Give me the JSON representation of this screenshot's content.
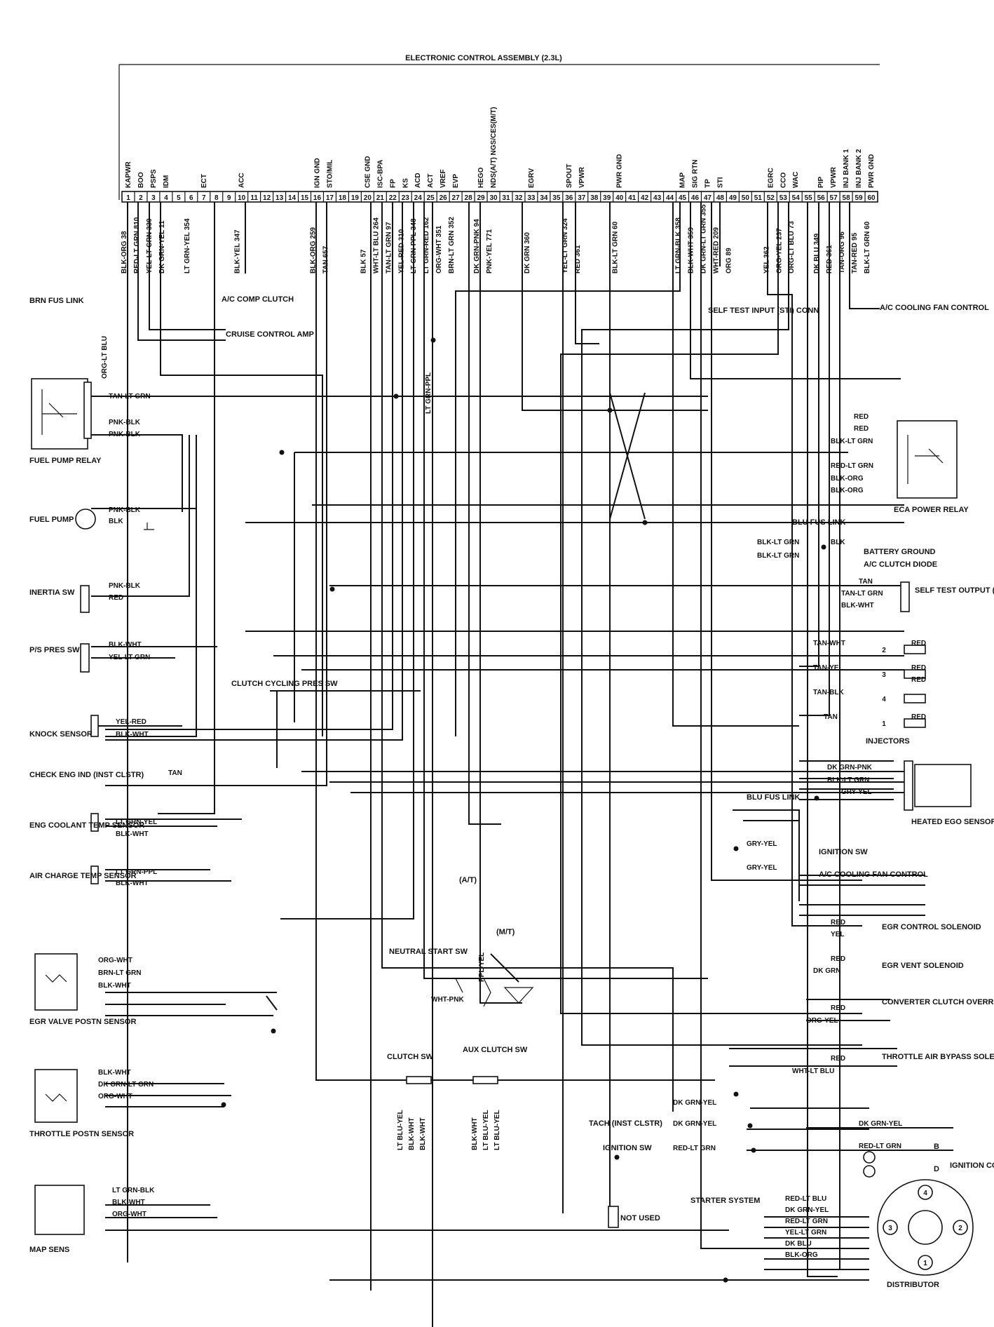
{
  "title": "ELECTRONIC CONTROL ASSEMBLY (2.3L)",
  "pins": [
    {
      "n": "1",
      "name": "KAPWR",
      "wire": "BLK-ORG 38"
    },
    {
      "n": "2",
      "name": "BOO",
      "wire": "RED-LT GRN 810"
    },
    {
      "n": "3",
      "name": "PSPS",
      "wire": "YEL-LT GRN 330"
    },
    {
      "n": "4",
      "name": "IDM",
      "wire": "DK GRN-YEL 11"
    },
    {
      "n": "5",
      "name": "",
      "wire": ""
    },
    {
      "n": "6",
      "name": "",
      "wire": "LT GRN-YEL 354"
    },
    {
      "n": "7",
      "name": "ECT",
      "wire": ""
    },
    {
      "n": "8",
      "name": "",
      "wire": ""
    },
    {
      "n": "9",
      "name": "",
      "wire": ""
    },
    {
      "n": "10",
      "name": "ACC",
      "wire": "BLK-YEL 347"
    },
    {
      "n": "11",
      "name": "",
      "wire": ""
    },
    {
      "n": "12",
      "name": "",
      "wire": ""
    },
    {
      "n": "13",
      "name": "",
      "wire": ""
    },
    {
      "n": "14",
      "name": "",
      "wire": ""
    },
    {
      "n": "15",
      "name": "",
      "wire": ""
    },
    {
      "n": "16",
      "name": "IGN GND",
      "wire": "BLK-ORG 259"
    },
    {
      "n": "17",
      "name": "STO/MIL",
      "wire": "TAN 657"
    },
    {
      "n": "18",
      "name": "",
      "wire": ""
    },
    {
      "n": "19",
      "name": "",
      "wire": ""
    },
    {
      "n": "20",
      "name": "CSE GND",
      "wire": "BLK 57"
    },
    {
      "n": "21",
      "name": "ISC-BPA",
      "wire": "WHT-LT BLU 264"
    },
    {
      "n": "22",
      "name": "FP",
      "wire": "TAN-LT GRN 97"
    },
    {
      "n": "23",
      "name": "KS",
      "wire": "YEL-RED 310"
    },
    {
      "n": "24",
      "name": "ACD",
      "wire": "LT GRN-PPL 348"
    },
    {
      "n": "25",
      "name": "ACT",
      "wire": "LT GRN-RED 162"
    },
    {
      "n": "26",
      "name": "VREF",
      "wire": "ORG-WHT 351"
    },
    {
      "n": "27",
      "name": "EVP",
      "wire": "BRN-LT GRN 352"
    },
    {
      "n": "28",
      "name": "",
      "wire": ""
    },
    {
      "n": "29",
      "name": "HEGO",
      "wire": "DK GRN-PNK 94"
    },
    {
      "n": "30",
      "name": "NDS(A/T) NGS/CES(M/T)",
      "wire": "PNK-YEL 771"
    },
    {
      "n": "31",
      "name": "",
      "wire": ""
    },
    {
      "n": "32",
      "name": "",
      "wire": ""
    },
    {
      "n": "33",
      "name": "EGRV",
      "wire": "DK GRN 360"
    },
    {
      "n": "34",
      "name": "",
      "wire": ""
    },
    {
      "n": "35",
      "name": "",
      "wire": ""
    },
    {
      "n": "36",
      "name": "SPOUT",
      "wire": "YEL-LT GRN 324"
    },
    {
      "n": "37",
      "name": "VPWR",
      "wire": "RED 361"
    },
    {
      "n": "38",
      "name": "",
      "wire": ""
    },
    {
      "n": "39",
      "name": "",
      "wire": ""
    },
    {
      "n": "40",
      "name": "PWR GND",
      "wire": "BLK-LT GRN 60"
    },
    {
      "n": "41",
      "name": "",
      "wire": ""
    },
    {
      "n": "42",
      "name": "",
      "wire": ""
    },
    {
      "n": "43",
      "name": "",
      "wire": ""
    },
    {
      "n": "44",
      "name": "",
      "wire": ""
    },
    {
      "n": "45",
      "name": "MAP",
      "wire": "LT GRN-BLK 358"
    },
    {
      "n": "46",
      "name": "SIG RTN",
      "wire": "BLK-WHT 359"
    },
    {
      "n": "47",
      "name": "TP",
      "wire": "DK GRN-LT GRN 355"
    },
    {
      "n": "48",
      "name": "STI",
      "wire": "WHT-RED 209"
    },
    {
      "n": "49",
      "name": "",
      "wire": "ORG 89"
    },
    {
      "n": "50",
      "name": "",
      "wire": ""
    },
    {
      "n": "51",
      "name": "",
      "wire": ""
    },
    {
      "n": "52",
      "name": "EGRC",
      "wire": "YEL 362"
    },
    {
      "n": "53",
      "name": "CCO",
      "wire": "ORG-YEL 237"
    },
    {
      "n": "54",
      "name": "WAC",
      "wire": "ORG-LT BLU 73"
    },
    {
      "n": "55",
      "name": "",
      "wire": ""
    },
    {
      "n": "56",
      "name": "PIP",
      "wire": "DK BLU 349"
    },
    {
      "n": "57",
      "name": "VPWR",
      "wire": "RED 361"
    },
    {
      "n": "58",
      "name": "INJ BANK 1",
      "wire": "TAN-ORG 96"
    },
    {
      "n": "59",
      "name": "INJ BANK 2",
      "wire": "TAN-RED 95"
    },
    {
      "n": "60",
      "name": "PWR GND",
      "wire": "BLK-LT GRN 60"
    }
  ],
  "components": {
    "brn_fus_link": "BRN FUS LINK",
    "fuel_pump_relay": "FUEL PUMP RELAY",
    "fuel_pump": "FUEL PUMP",
    "inertia_sw": "INERTIA SW",
    "ps_pres_sw": "P/S PRES SW",
    "clutch_cycling": "CLUTCH CYCLING PRES SW",
    "knock_sensor": "KNOCK SENSOR",
    "check_eng": "CHECK ENG IND (INST CLSTR)",
    "eng_coolant": "ENG COOLANT TEMP SENSOR",
    "air_charge": "AIR CHARGE TEMP SENSOR",
    "egr_valve": "EGR VALVE POSTN SENSOR",
    "throttle_postn": "THROTTLE POSTN SENSOR",
    "map_sens": "MAP SENS",
    "ac_comp_clutch": "A/C COMP CLUTCH",
    "cruise_control": "CRUISE CONTROL AMP",
    "self_test_input": "SELF TEST INPUT (STI) CONN",
    "ac_cooling_fan_top": "A/C COOLING FAN CONTROL",
    "eca_power_relay": "ECA POWER RELAY",
    "blu_fus_link_relay": "BLU FUS LINK",
    "battery_ground": "BATTERY GROUND",
    "ac_clutch_diode": "A/C CLUTCH DIODE",
    "self_test_output": "SELF TEST OUTPUT (STO) CONN",
    "injectors": "INJECTORS",
    "heated_ego": "HEATED EGO SENSOR",
    "blu_fus_link_ego": "BLU FUS LINK",
    "ignition_sw": "IGNITION SW",
    "ac_cooling_fan_mid": "A/C COOLING FAN CONTROL",
    "egr_control": "EGR CONTROL SOLENOID",
    "egr_vent": "EGR VENT SOLENOID",
    "converter_clutch": "CONVERTER CLUTCH OVERRIDE SOL (A/T)",
    "throttle_air": "THROTTLE AIR BYPASS SOLENOID",
    "neutral_start": "NEUTRAL START SW",
    "at": "(A/T)",
    "mt": "(M/T)",
    "clutch_sw": "CLUTCH SW",
    "aux_clutch_sw": "AUX CLUTCH SW",
    "tach": "TACH (INST CLSTR)",
    "ignition_coil_sw": "IGNITION SW",
    "ignition_coil": "IGNITION COIL",
    "starter_system": "STARTER SYSTEM",
    "not_used": "NOT USED",
    "distributor": "DISTRIBUTOR",
    "coil_b": "B",
    "coil_d": "D"
  },
  "wires": {
    "org_lt_blu": "ORG-LT BLU",
    "tan_lt_grn": "TAN-LT GRN",
    "pnk_blk": "PNK-BLK",
    "blk": "BLK",
    "red": "RED",
    "blk_wht": "BLK-WHT",
    "yel_lt_grn": "YEL-LT GRN",
    "yel_red": "YEL-RED",
    "tan": "TAN",
    "lt_grn_yel": "LT GRN-YEL",
    "lt_grn_ppl": "LT GRN-PPL",
    "org_wht": "ORG-WHT",
    "brn_lt_grn": "BRN-LT GRN",
    "dk_grn_lt_grn": "DK GRN-LT GRN",
    "lt_grn_blk": "LT GRN-BLK",
    "blk_lt_grn": "BLK-LT GRN",
    "red_lt_grn": "RED-LT GRN",
    "blk_org": "BLK-ORG",
    "tan_wht": "TAN-WHT",
    "tan_yel": "TAN-YEL",
    "tan_blk": "TAN-BLK",
    "dk_grn_pnk": "DK GRN-PNK",
    "gry_yel": "GRY-YEL",
    "yel": "YEL",
    "dk_grn": "DK GRN",
    "org_yel": "ORG-YEL",
    "wht_lt_blu": "WHT-LT BLU",
    "dk_grn_yel": "DK GRN-YEL",
    "red_lt_blu": "RED-LT BLU",
    "dk_blu": "DK BLU",
    "ppl_yel": "PPL-YEL",
    "wht_pnk": "WHT-PNK",
    "lt_blu_yel": "LT BLU-YEL",
    "blk_wht_vert": "BLK-WHT",
    "lt_grn_ppl_vert": "LT GRN-PPL"
  },
  "injector_numbers": [
    "2",
    "3",
    "4",
    "1"
  ],
  "distributor_numbers": [
    "4",
    "3",
    "2",
    "1"
  ]
}
